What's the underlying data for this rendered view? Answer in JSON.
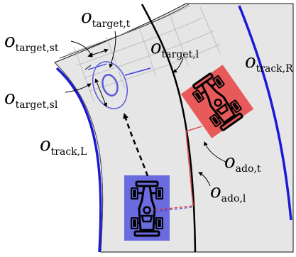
{
  "labels": {
    "target_t": {
      "base": "o",
      "sub": "target,t"
    },
    "target_st": {
      "base": "o",
      "sub": "target,st"
    },
    "target_l": {
      "base": "o",
      "sub": "target,l"
    },
    "target_sl": {
      "base": "o",
      "sub": "target,sl"
    },
    "track_R": {
      "base": "o",
      "sub": "track,R"
    },
    "track_L": {
      "base": "o",
      "sub": "track,L"
    },
    "ado_t": {
      "base": "o",
      "sub": "ado,t"
    },
    "ado_l": {
      "base": "o",
      "sub": "ado,l"
    }
  },
  "colors": {
    "track_fill": "#e6e6e6",
    "track_edge": "#1a1ad6",
    "grid_line": "#bfbfbf",
    "center_line": "#000000",
    "target_ring": "#5b5bd9",
    "ego_car_bg": "#6b6be0",
    "ado_car_bg": "#e85a5a",
    "ado_link": "#e05050"
  },
  "icons": {
    "ego_car": "race-car-icon",
    "ado_car": "race-car-icon"
  }
}
